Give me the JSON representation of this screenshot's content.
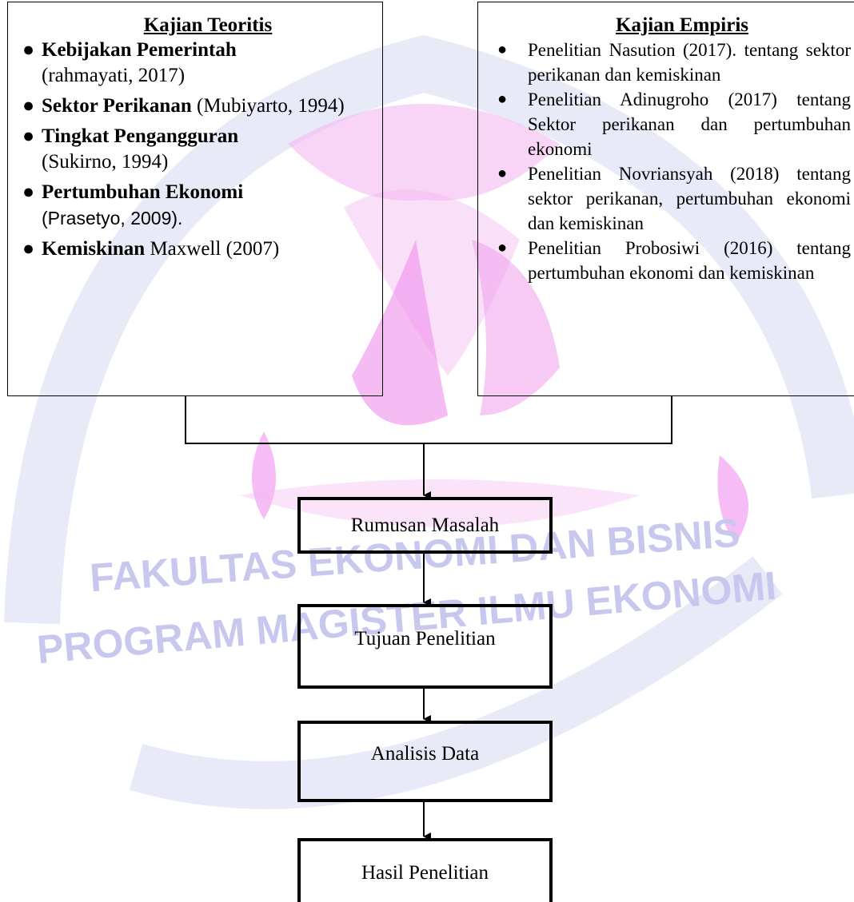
{
  "kajian_teoritis": {
    "title": "Kajian Teoritis",
    "items": [
      {
        "name": "Kebijakan Pemerintah",
        "citation": "(rahmayati, 2017)"
      },
      {
        "name": "Sektor Perikanan",
        "citation": "(Mubiyarto, 1994)"
      },
      {
        "name": "Tingkat Pengangguran",
        "citation": "(Sukirno, 1994)"
      },
      {
        "name": "Pertumbuhan Ekonomi",
        "citation": "(Prasetyo, 2009)."
      },
      {
        "name": "Kemiskinan",
        "citation": "Maxwell (2007)"
      }
    ]
  },
  "kajian_empiris": {
    "title": "Kajian Empiris",
    "items": [
      "Penelitian Nasution (2017). tentang sektor perikanan dan kemiskinan",
      "Penelitian Adinugroho (2017) tentang Sektor perikanan dan pertumbuhan ekonomi",
      "Penelitian Novriansyah (2018) tentang sektor perikanan, pertumbuhan ekonomi dan kemiskinan",
      "Penelitian Probosiwi (2016) tentang pertumbuhan ekonomi dan kemiskinan"
    ]
  },
  "flow": {
    "rumusan": "Rumusan Masalah",
    "tujuan": "Tujuan Penelitian",
    "analisis": "Analisis Data",
    "hasil": "Hasil Penelitian"
  },
  "watermark": {
    "line1": "FAKULTAS EKONOMI DAN BISNIS",
    "line2": "PROGRAM MAGISTER ILMU EKONOMI",
    "colors": {
      "text": "#c8c8ee",
      "emblem": "#f0a6ee",
      "ring": "#cfd0f2"
    }
  }
}
